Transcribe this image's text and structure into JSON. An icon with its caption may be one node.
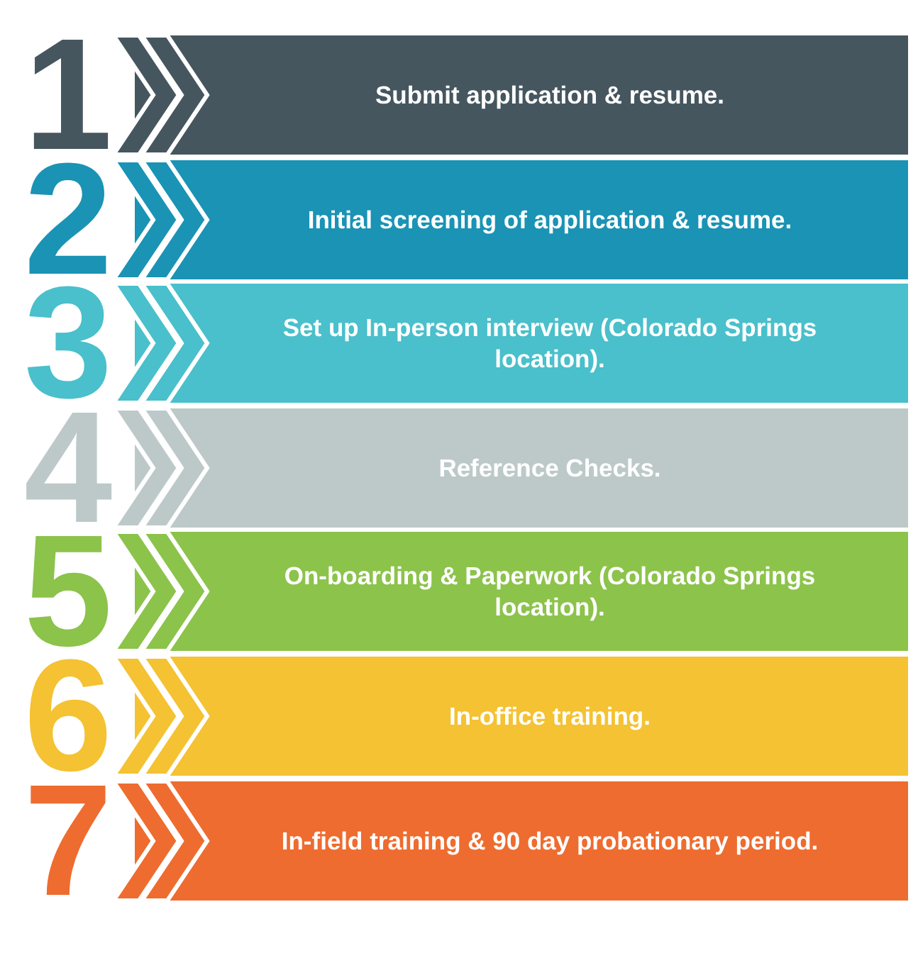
{
  "diagram": {
    "nodes": [
      {
        "text": [
          "Submit application & resume."
        ],
        "beside": [
          "1"
        ]
      },
      {
        "text": [
          "Initial screening of application & resume."
        ],
        "beside": [
          "2"
        ]
      },
      {
        "text": [
          "Set up In-person interview (Colorado Springs location)."
        ],
        "beside": [
          "3"
        ]
      },
      {
        "text": [
          "Reference Checks."
        ],
        "beside": [
          "4"
        ]
      },
      {
        "text": [
          "On-boarding & Paperwork (Colorado Springs location)."
        ],
        "beside": [
          "5"
        ]
      },
      {
        "text": [
          "In-office training."
        ],
        "beside": [
          "6"
        ]
      },
      {
        "text": [
          "In-field training & 90 day probationary period."
        ],
        "beside": [
          "7"
        ]
      }
    ]
  }
}
